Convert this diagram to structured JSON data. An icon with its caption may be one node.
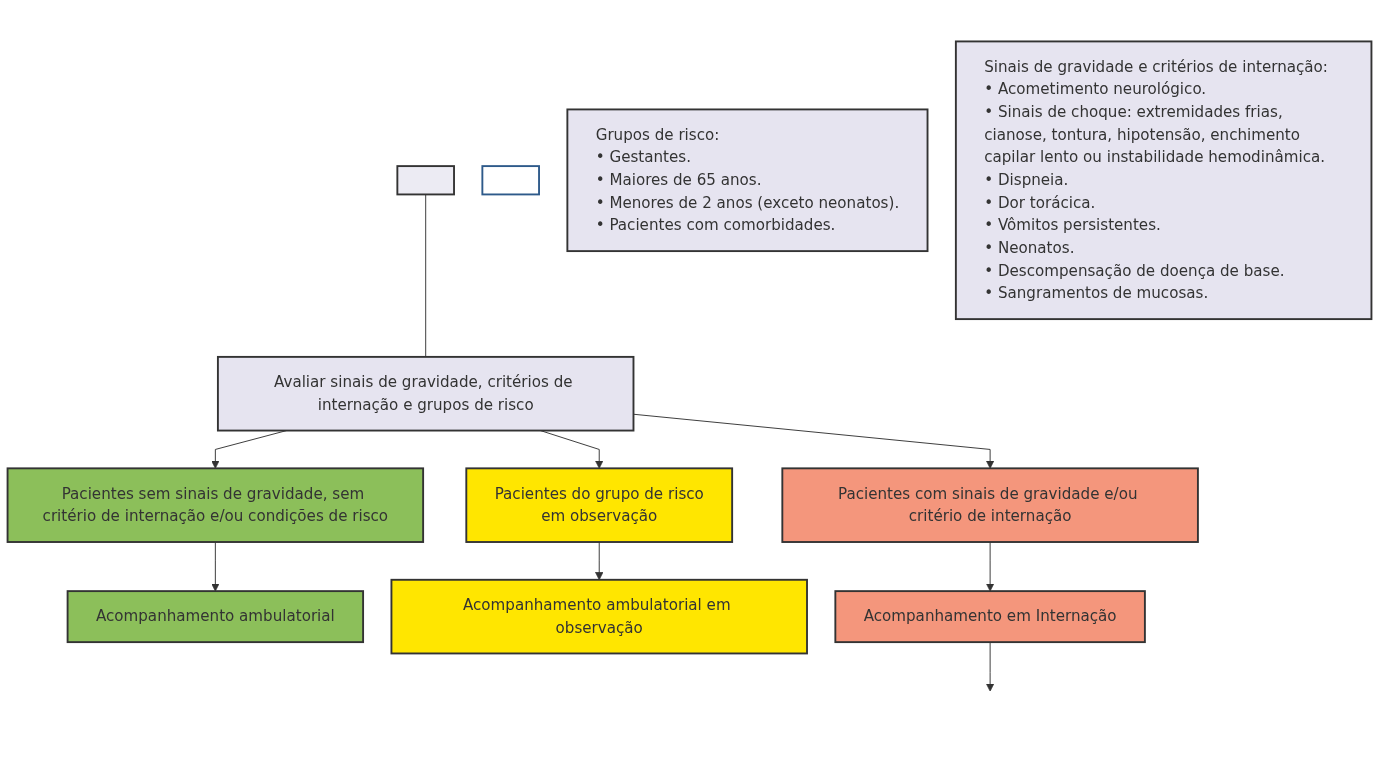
{
  "diagram": {
    "nodes": [
      {
        "text": [],
        "shape": "box"
      },
      {
        "text": [],
        "shape": "box"
      },
      {
        "text": [
          "Grupos de risco:",
          "• Gestantes.",
          "• Maiores de 65 anos.",
          "• Menores de 2 anos (exceto neonatos).",
          "• Pacientes com comorbidades."
        ]
      },
      {
        "text": [
          "Avaliar sinais de gravidade, critérios de internação e grupos de risco"
        ]
      },
      {
        "text": [
          "Sinais de gravidade e critérios de internação:",
          "• Acometimento neurológico.",
          "• Sinais de choque: extremidades frias, cianose, tontura, hipotensão, enchimento capilar lento ou instabilidade hemodinâmica.",
          "• Dispneia.",
          "• Dor torácica.",
          "• Vômitos persistentes.",
          "• Neonatos.",
          "• Descompensação de doença de base.",
          "• Sangramentos de mucosas."
        ]
      },
      {
        "text": [
          "Pacientes sem sinais de gravidade, sem critério de internação e/ou condições de risco"
        ]
      },
      {
        "text": [
          "Pacientes do grupo de risco",
          "em observação"
        ]
      },
      {
        "text": [
          "Pacientes com sinais de gravidade e/ou critério de internação"
        ]
      },
      {
        "text": [
          "Acompanhamento ambulatorial"
        ]
      },
      {
        "text": [
          "Acompanhamento ambulatorial em observação"
        ]
      },
      {
        "text": [
          "Acompanhamento em Internação"
        ]
      }
    ],
    "edges": [
      {
        "from": 0,
        "to": 3,
        "arrow": "none"
      },
      {
        "from": 3,
        "to": 5,
        "arrow": "to"
      },
      {
        "from": 3,
        "to": 6,
        "arrow": "to"
      },
      {
        "from": 3,
        "to": 7,
        "arrow": "to"
      },
      {
        "from": 5,
        "to": 8,
        "arrow": "to"
      },
      {
        "from": 6,
        "to": 9,
        "arrow": "to"
      },
      {
        "from": 7,
        "to": 10,
        "arrow": "to"
      },
      {
        "from": 10,
        "to": null,
        "arrow": "to"
      }
    ]
  }
}
